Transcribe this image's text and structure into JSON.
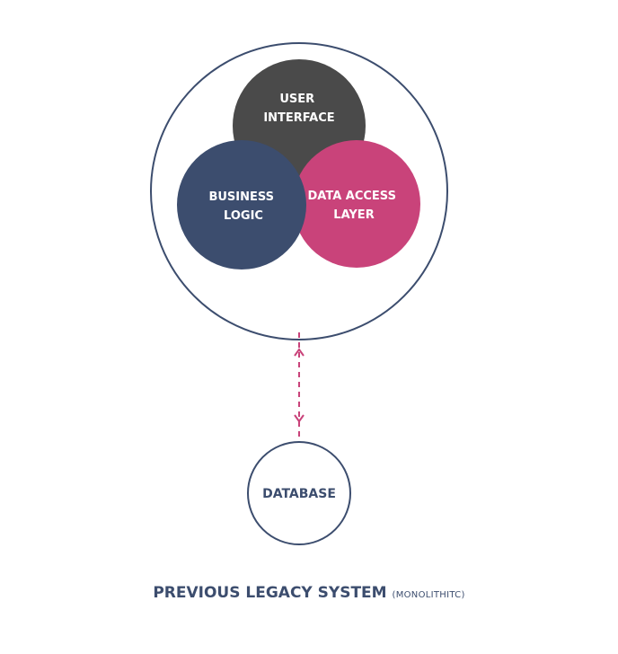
{
  "diagram": {
    "components": {
      "ui": {
        "line1": "USER",
        "line2": "INTERFACE"
      },
      "bl": {
        "line1": "BUSINESS",
        "line2": "LOGIC"
      },
      "dal": {
        "line1": "DATA ACCESS",
        "line2": "LAYER"
      }
    },
    "database": {
      "label": "DATABASE"
    }
  },
  "caption": {
    "main": "PREVIOUS LEGACY SYSTEM",
    "sub": "(MONOLITHITC)"
  },
  "colors": {
    "outline": "#3c4d6e",
    "ui": "#4a4a4a",
    "bl": "#3c4d6e",
    "dal": "#c9437a",
    "connector": "#c9437a"
  }
}
